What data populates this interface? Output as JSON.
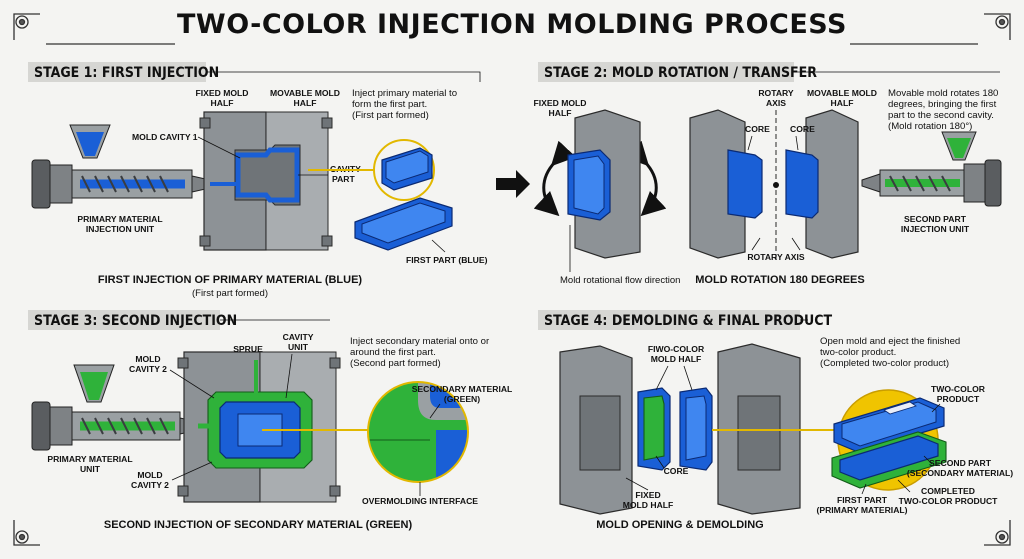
{
  "title": "TWO-COLOR INJECTION MOLDING PROCESS",
  "colors": {
    "primary_blue": "#1a5fd6",
    "secondary_green": "#2fb23a",
    "mold_gray": "#8d9296",
    "highlight_yellow": "#e2b800"
  },
  "stage1": {
    "heading": "STAGE 1: FIRST INJECTION",
    "fixed_mold_half": [
      "FIXED MOLD",
      "HALF"
    ],
    "movable_mold_half": [
      "MOVABLE MOLD",
      "HALF"
    ],
    "mold_cavity_1": "MOLD CAVITY 1",
    "cavity_part": [
      "CAVITY",
      "PART"
    ],
    "note": [
      "Inject primary material to",
      "form the first part.",
      "(First part formed)"
    ],
    "unit_label": [
      "PRIMARY MATERIAL",
      "INJECTION UNIT"
    ],
    "first_part": "FIRST PART (BLUE)",
    "caption": "FIRST INJECTION OF PRIMARY MATERIAL (BLUE)",
    "subcaption": "(First part formed)"
  },
  "stage2": {
    "heading": "STAGE 2: MOLD ROTATION / TRANSFER",
    "fixed_mold_half": [
      "FIXED MOLD",
      "HALF"
    ],
    "rotary_axis_top": [
      "ROTARY",
      "AXIS"
    ],
    "movable_mold_half": [
      "MOVABLE MOLD",
      "HALF"
    ],
    "core_left": "CORE",
    "core_right": "CORE",
    "note": [
      "Movable mold rotates 180",
      "degrees, bringing the first",
      "part to the second cavity.",
      "(Mold rotation 180°)"
    ],
    "rotary_axis_bottom": "ROTARY AXIS",
    "unit_label": [
      "SECOND PART",
      "INJECTION UNIT"
    ],
    "flow_label": "Mold rotational flow direction",
    "caption": "MOLD ROTATION 180 DEGREES"
  },
  "stage3": {
    "heading": "STAGE 3: SECOND INJECTION",
    "sprue": "SPRUE",
    "cavity_unit": [
      "CAVITY",
      "UNIT"
    ],
    "mold_cavity_2_top": [
      "MOLD",
      "CAVITY 2"
    ],
    "note": [
      "Inject secondary material onto or",
      "around the first part.",
      "(Second part formed)"
    ],
    "secondary_material": [
      "SECONDARY MATERIAL",
      "(GREEN)"
    ],
    "unit_label": [
      "PRIMARY MATERIAL",
      "UNIT"
    ],
    "mold_cavity_2_bottom": [
      "MOLD",
      "CAVITY 2"
    ],
    "interface": "OVERMOLDING INTERFACE",
    "caption": "SECOND INJECTION OF SECONDARY MATERIAL (GREEN)"
  },
  "stage4": {
    "heading": "STAGE 4: DEMOLDING & FINAL PRODUCT",
    "note": [
      "Open mold and eject the finished",
      "two-color product.",
      "(Completed two-color product)"
    ],
    "fiwo_color": [
      "FIWO-COLOR",
      "MOLD HALF"
    ],
    "core": "CORE",
    "fixed_mold_half": [
      "FIXED",
      "MOLD HALF"
    ],
    "two_color_product": [
      "TWO-COLOR",
      "PRODUCT"
    ],
    "second_part": [
      "SECOND PART",
      "(SECONDARY MATERIAL)"
    ],
    "completed": [
      "COMPLETED",
      "TWO-COLOR PRODUCT"
    ],
    "first_part": [
      "FIRST PART",
      "(PRIMARY MATERIAL)"
    ],
    "caption": "MOLD OPENING & DEMOLDING"
  }
}
